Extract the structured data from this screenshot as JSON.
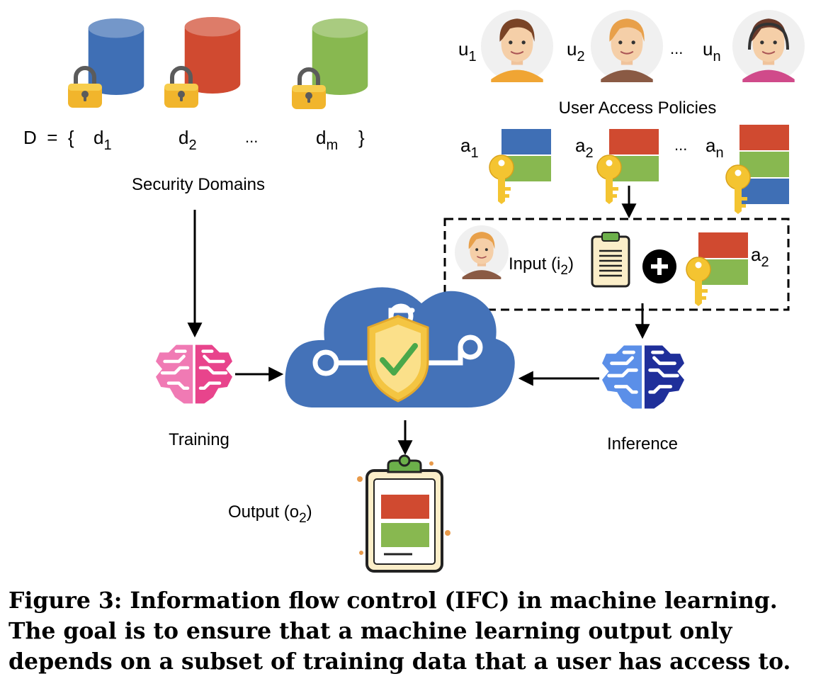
{
  "colors": {
    "blue": "#3f6fb5",
    "red": "#d04a30",
    "green": "#88b850",
    "lock_gold": "#f1b52c",
    "key_gold": "#f4c431",
    "cloud_blue": "#4472b8",
    "shield_gold": "#f4c542",
    "check_green": "#4aa84a",
    "brain_pink": "#ec5a9c",
    "brain_light_blue": "#5b8fe8",
    "brain_dark_blue": "#1f2f9a"
  },
  "security_domains": {
    "set_prefix": "D  =  {",
    "set_suffix": "}",
    "items": [
      {
        "base": "d",
        "sub": "1"
      },
      {
        "base": "d",
        "sub": "2"
      },
      {
        "base": "...",
        "sub": ""
      },
      {
        "base": "d",
        "sub": "m"
      }
    ],
    "label": "Security Domains"
  },
  "users": {
    "items": [
      {
        "base": "u",
        "sub": "1"
      },
      {
        "base": "u",
        "sub": "2"
      },
      {
        "base": "...",
        "sub": ""
      },
      {
        "base": "u",
        "sub": "n"
      }
    ]
  },
  "access_policies": {
    "label": "User Access Policies",
    "items": [
      {
        "base": "a",
        "sub": "1"
      },
      {
        "base": "a",
        "sub": "2"
      },
      {
        "base": "...",
        "sub": ""
      },
      {
        "base": "a",
        "sub": "n"
      }
    ]
  },
  "query": {
    "input_label": "Input (i",
    "input_sub": "2",
    "input_close": ")",
    "policy_base": "a",
    "policy_sub": "2"
  },
  "stages": {
    "training": "Training",
    "inference": "Inference",
    "output_label": "Output (o",
    "output_sub": "2",
    "output_close": ")"
  },
  "caption": {
    "label": "Figure 3:",
    "text": " Information flow control (IFC) in machine learning. The goal is to ensure that a machine learning output only depends on a subset of training data that a user has access to."
  }
}
